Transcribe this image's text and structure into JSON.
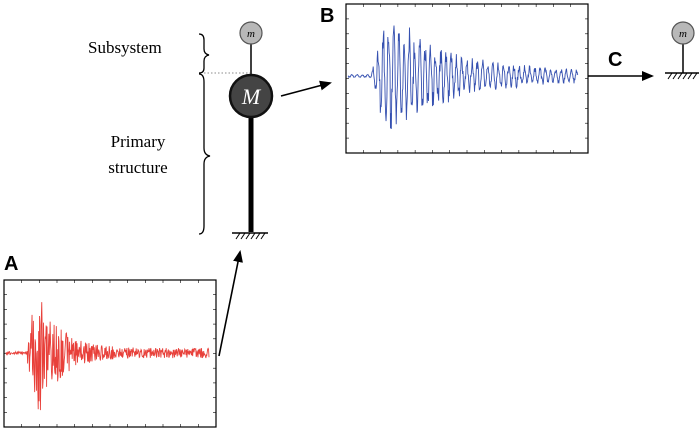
{
  "labels": {
    "subsystem": "Subsystem",
    "primary_line1": "Primary",
    "primary_line2": "structure",
    "mass_large": "M",
    "mass_small": "m",
    "mass_small_right": "m",
    "panel_a": "A",
    "panel_b": "B",
    "panel_c": "C"
  },
  "colors": {
    "signal_a": "#e8403a",
    "signal_b": "#3550b0",
    "mass_large_fill": "#444444",
    "mass_small_fill": "#b8b8b8",
    "ink": "#000000"
  }
}
